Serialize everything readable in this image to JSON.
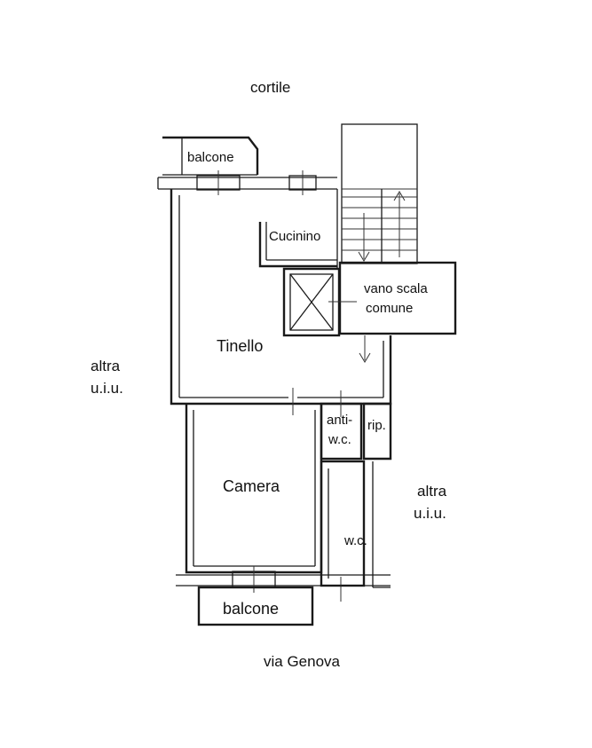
{
  "labels": {
    "top_outside": "cortile",
    "bottom_outside": "via Genova",
    "balcony_top": "balcone",
    "balcony_bottom": "balcone",
    "kitchenette": "Cucinino",
    "living": "Tinello",
    "bedroom": "Camera",
    "antechamber_line1": "anti-",
    "antechamber_line2": "w.c.",
    "storage": "rip.",
    "bathroom": "w.c.",
    "stairwell_line1": "vano scala",
    "stairwell_line2": "comune",
    "left_neighbor_line1": "altra",
    "left_neighbor_line2": "u.i.u.",
    "right_neighbor_line1": "altra",
    "right_neighbor_line2": "u.i.u."
  }
}
